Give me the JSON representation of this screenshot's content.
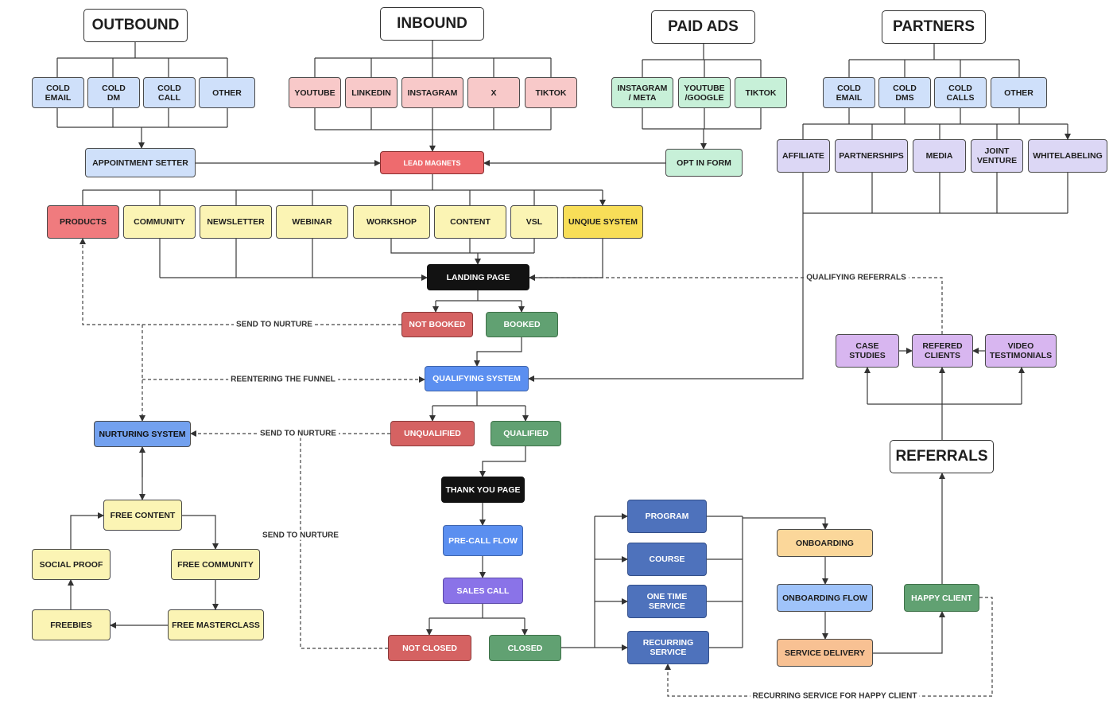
{
  "headers": {
    "outbound": "OUTBOUND",
    "inbound": "INBOUND",
    "paid_ads": "PAID ADS",
    "partners": "PARTNERS",
    "referrals": "REFERRALS"
  },
  "outbound": {
    "cold_email": "COLD\nEMAIL",
    "cold_dm": "COLD\nDM",
    "cold_call": "COLD\nCALL",
    "other": "OTHER",
    "appointment_setter": "APPOINTMENT SETTER"
  },
  "inbound": {
    "youtube": "YOUTUBE",
    "linkedin": "LINKEDIN",
    "instagram": "INSTAGRAM",
    "x": "X",
    "tiktok": "TIKTOK",
    "lead_magnets": "LEAD MAGNETS"
  },
  "paid_ads": {
    "instagram_meta": "INSTAGRAM\n/ META",
    "youtube_google": "YOUTUBE\n/GOOGLE",
    "tiktok": "TIKTOK",
    "opt_in_form": "OPT IN FORM"
  },
  "partners": {
    "cold_email": "COLD\nEMAIL",
    "cold_dms": "COLD\nDMS",
    "cold_calls": "COLD\nCALLS",
    "other": "OTHER",
    "affiliate": "AFFILIATE",
    "partnerships": "PARTNERSHIPS",
    "media": "MEDIA",
    "joint_venture": "JOINT\nVENTURE",
    "whitelabeling": "WHITELABELING"
  },
  "offers": {
    "products": "PRODUCTS",
    "community": "COMMUNITY",
    "newsletter": "NEWSLETTER",
    "webinar": "WEBINAR",
    "workshop": "WORKSHOP",
    "content": "CONTENT",
    "vsl": "VSL",
    "unique_system": "UNQIUE SYSTEM"
  },
  "funnel": {
    "landing_page": "LANDING PAGE",
    "not_booked": "NOT BOOKED",
    "booked": "BOOKED",
    "qualifying_system": "QUALIFYING SYSTEM",
    "unqualified": "UNQUALIFIED",
    "qualified": "QUALIFIED",
    "thank_you_page": "THANK YOU PAGE",
    "pre_call_flow": "PRE-CALL FLOW",
    "sales_call": "SALES CALL",
    "not_closed": "NOT CLOSED",
    "closed": "CLOSED"
  },
  "nurture": {
    "nurturing_system": "NURTURING SYSTEM",
    "free_content": "FREE CONTENT",
    "social_proof": "SOCIAL PROOF",
    "free_community": "FREE COMMUNITY",
    "freebies": "FREEBIES",
    "free_masterclass": "FREE MASTERCLASS"
  },
  "delivery": {
    "program": "PROGRAM",
    "course": "COURSE",
    "one_time_service": "ONE TIME\nSERVICE",
    "recurring_service": "RECURRING\nSERVICE",
    "onboarding": "ONBOARDING",
    "onboarding_flow": "ONBOARDING FLOW",
    "service_delivery": "SERVICE DELIVERY",
    "happy_client": "HAPPY CLIENT"
  },
  "referrals": {
    "case_studies": "CASE\nSTUDIES",
    "refered_clients": "REFERED\nCLIENTS",
    "video_testimonials": "VIDEO\nTESTIMONIALS"
  },
  "edge_labels": {
    "send_to_nurture_1": "SEND TO NURTURE",
    "reentering_the_funnel": "REENTERING THE FUNNEL",
    "send_to_nurture_2": "SEND TO NURTURE",
    "send_to_nurture_3": "SEND TO NURTURE",
    "qualifying_referrals": "QUALIFYING REFERRALS",
    "recurring_service_for_happy_client": "RECURRING SERVICE FOR HAPPY CLIENT"
  }
}
